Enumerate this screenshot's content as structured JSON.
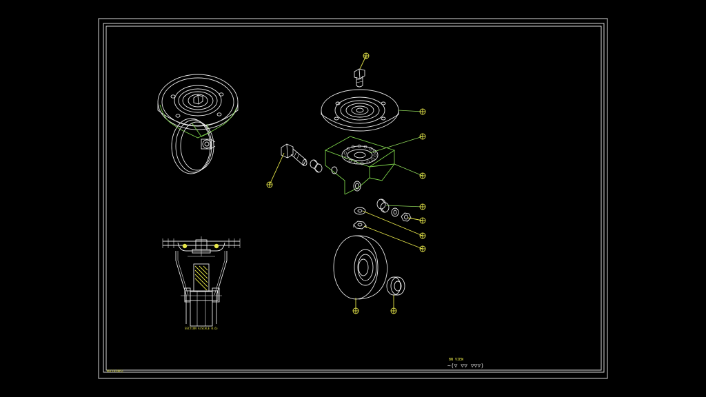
{
  "drawing": {
    "section_caption": "SECTION A(SCALE 0.6)",
    "corner_label": "DELTA(DOS)",
    "note_heading": "BN VIEW",
    "symbol_line": "~(▽ ▽▽ ▽▽▽)",
    "colors": {
      "background": "#000000",
      "outline": "#e8e8e8",
      "leader": "#7cd24a",
      "balloon": "#e6e64a"
    }
  }
}
